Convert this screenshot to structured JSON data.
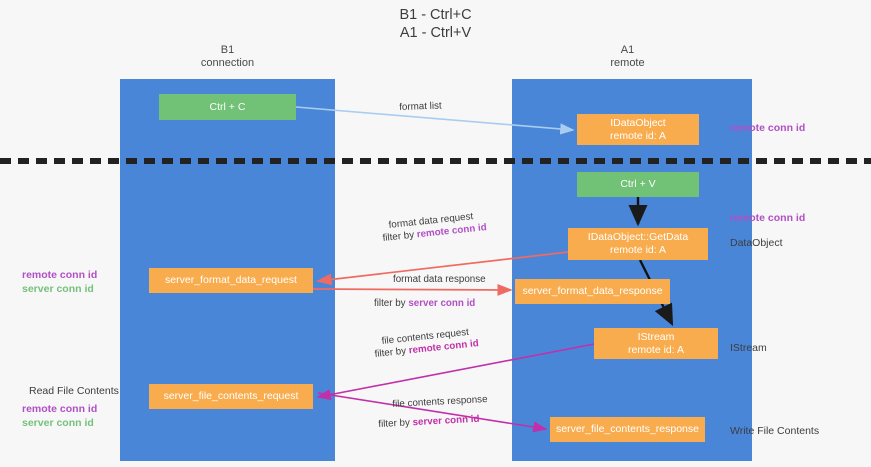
{
  "diagram": {
    "title": "B1 - Ctrl+C\nA1 - Ctrl+V",
    "columns": [
      {
        "key": "b1",
        "label": "B1\nconnection"
      },
      {
        "key": "a1",
        "label": "A1\nremote"
      }
    ],
    "colors": {
      "lane": "#4a86d8",
      "green_node": "#71c176",
      "orange_node": "#f8ac4d",
      "remote_conn_id": "#b14fc5",
      "server_conn_id": "#74c17a",
      "format_list_arrow": "#a9cdf0",
      "format_data_arrow": "#ef6b62",
      "file_contents_arrow": "#c130a8",
      "divider": "#222222",
      "background": "#f7f7f7"
    },
    "nodes": {
      "ctrl_c": "Ctrl + C",
      "idataobject": "IDataObject\nremote id: A",
      "ctrl_v": "Ctrl + V",
      "getdata": "IDataObject::GetData\nremote id: A",
      "server_format_data_request": "server_format_data_request",
      "server_format_data_response": "server_format_data_response",
      "istream": "IStream\nremote id: A",
      "server_file_contents_request": "server_file_contents_request",
      "server_file_contents_response": "server_file_contents_response"
    },
    "edge_labels": {
      "format_list": "format list",
      "format_data_request": "format data request",
      "format_data_request_filter_prefix": "filter by ",
      "format_data_request_filter_key": "remote conn id",
      "format_data_response": "format data response",
      "format_data_response_filter_prefix": "filter by ",
      "format_data_response_filter_key": "server conn id",
      "file_contents_request": "file contents request",
      "file_contents_request_filter_prefix": "filter by ",
      "file_contents_request_filter_key": "remote conn id",
      "file_contents_response": "file contents response",
      "file_contents_response_filter_prefix": "filter by ",
      "file_contents_response_filter_key": "server conn id"
    },
    "side_labels": {
      "right_remote_conn_id_top": "remote conn id",
      "right_remote_conn_id_mid": "remote conn id",
      "right_dataobject": "DataObject",
      "right_istream": "IStream",
      "right_write_file_contents": "Write File Contents",
      "left_remote_conn_id_mid": "remote conn id",
      "left_server_conn_id_mid": "server conn id",
      "left_read_file_contents": "Read File Contents",
      "left_remote_conn_id_bottom": "remote conn id",
      "left_server_conn_id_bottom": "server conn id"
    }
  }
}
